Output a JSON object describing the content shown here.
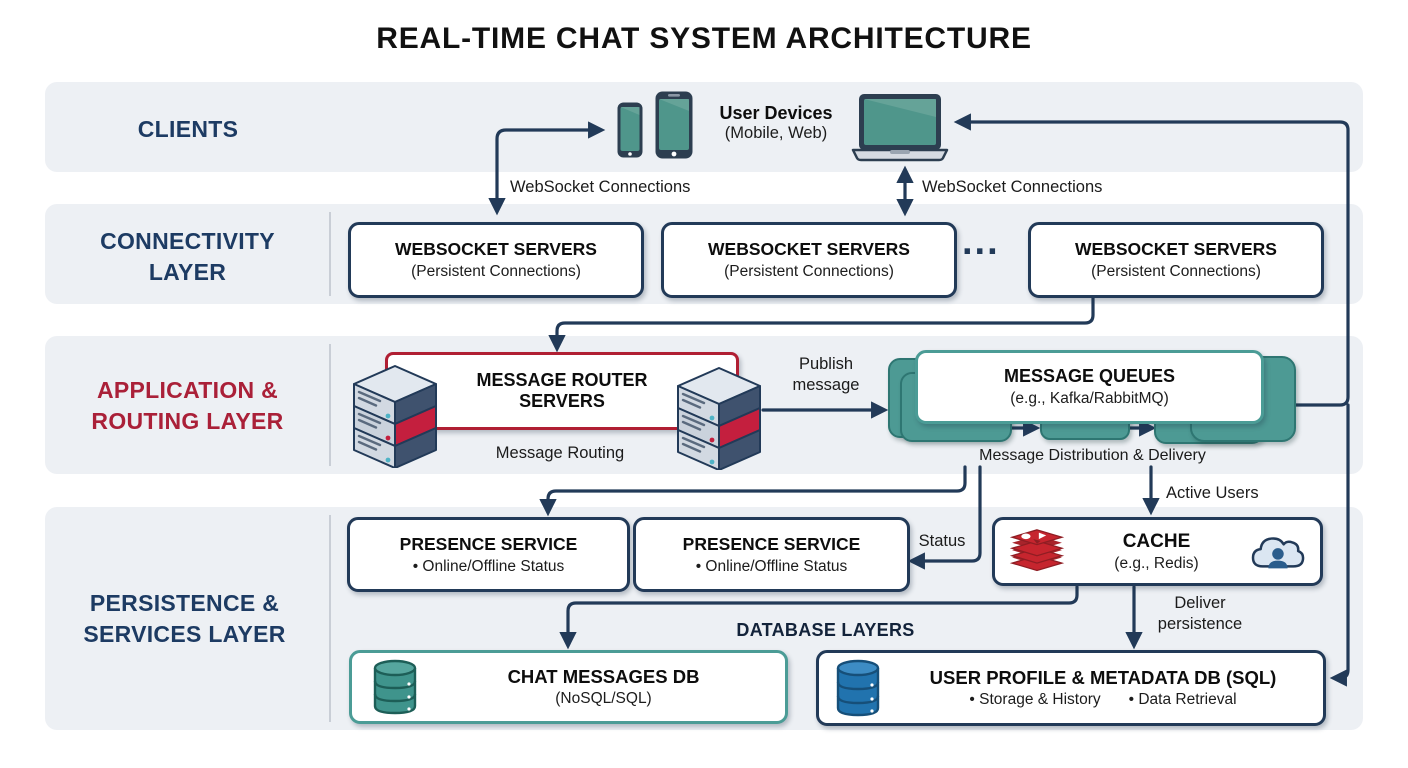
{
  "title": "REAL-TIME CHAT SYSTEM ARCHITECTURE",
  "colors": {
    "navy": "#223a58",
    "navy_text": "#1d3b63",
    "crimson": "#aa2038",
    "teal": "#4b9c96",
    "band_bg": "#edf0f4",
    "redis_red": "#c6252e",
    "db_blue": "#2173ae",
    "black": "#111111"
  },
  "layers": {
    "clients": {
      "label": "CLIENTS"
    },
    "connectivity": {
      "line1": "CONNECTIVITY",
      "line2": "LAYER"
    },
    "application": {
      "line1": "APPLICATION &",
      "line2": "ROUTING LAYER"
    },
    "persistence": {
      "line1": "PERSISTENCE &",
      "line2": "SERVICES LAYER"
    }
  },
  "clients": {
    "devices_title": "User Devices",
    "devices_subtitle": "(Mobile, Web)"
  },
  "nodes": {
    "websocket": {
      "title": "WEBSOCKET SERVERS",
      "subtitle": "(Persistent Connections)"
    },
    "router": {
      "title": "MESSAGE ROUTER SERVERS"
    },
    "queues": {
      "title": "MESSAGE QUEUES",
      "subtitle": "(e.g., Kafka/RabbitMQ)"
    },
    "presence": {
      "title": "PRESENCE SERVICE",
      "subtitle": "• Online/Offline Status"
    },
    "cache": {
      "title": "CACHE",
      "subtitle": "(e.g., Redis)"
    },
    "chat_db": {
      "title": "CHAT MESSAGES DB",
      "subtitle": "(NoSQL/SQL)"
    },
    "user_db": {
      "title": "USER PROFILE & METADATA DB (SQL)",
      "bullet1": "• Storage & History",
      "bullet2": "• Data Retrieval"
    }
  },
  "edges": {
    "ws_conn_left": "WebSocket Connections",
    "ws_conn_right": "WebSocket Connections",
    "publish": "Publish message",
    "routing": "Message Routing",
    "distribution": "Message Distribution & Delivery",
    "status": "Status",
    "active_users": "Active Users",
    "deliver": "Deliver persistence",
    "ellipsis": "...",
    "db_heading": "DATABASE LAYERS"
  }
}
